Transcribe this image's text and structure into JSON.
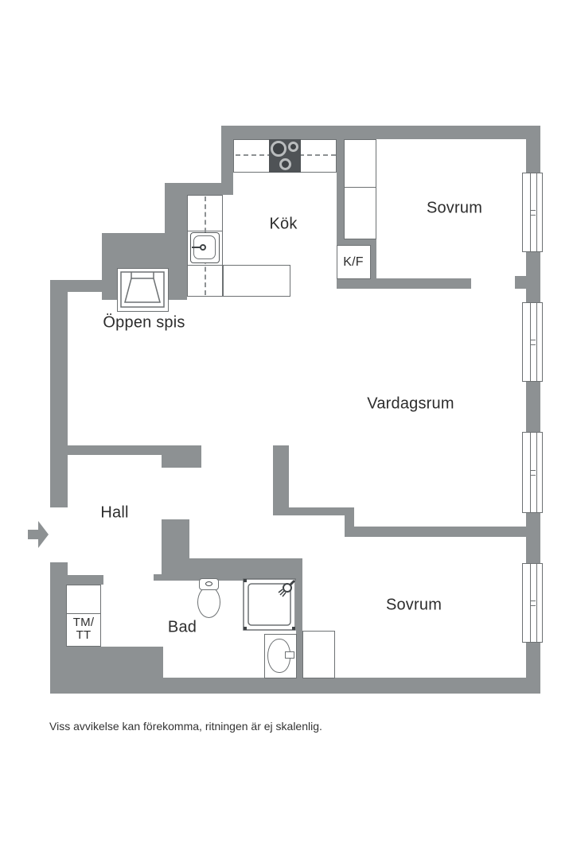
{
  "floorplan": {
    "rooms": [
      {
        "id": "kok",
        "label": "Kök"
      },
      {
        "id": "sovrum-top",
        "label": "Sovrum"
      },
      {
        "id": "kf",
        "label": "K/F"
      },
      {
        "id": "oppen-spis",
        "label": "Öppen spis"
      },
      {
        "id": "vardagsrum",
        "label": "Vardagsrum"
      },
      {
        "id": "hall",
        "label": "Hall"
      },
      {
        "id": "bad",
        "label": "Bad"
      },
      {
        "id": "sovrum-bottom",
        "label": "Sovrum"
      },
      {
        "id": "tm-tt",
        "label": "TM/TT",
        "line1": "TM/",
        "line2": "TT"
      }
    ],
    "caption": "Viss avvikelse kan förekomma, ritningen är ej skalenlig.",
    "fixtures": [
      "stove",
      "sink",
      "fireplace",
      "toilet",
      "shower",
      "washbasin",
      "fridge-freezer",
      "washer-dryer",
      "closet",
      "window",
      "entry-arrow"
    ],
    "window_count": 4,
    "colors": {
      "wall": "#8d9193",
      "line": "#6d7173",
      "stove": "#4f5356",
      "burner_ring": "#b9bcbd",
      "burner_center": "#3f4346",
      "text": "#2d2d2d",
      "bg": "#ffffff"
    }
  }
}
